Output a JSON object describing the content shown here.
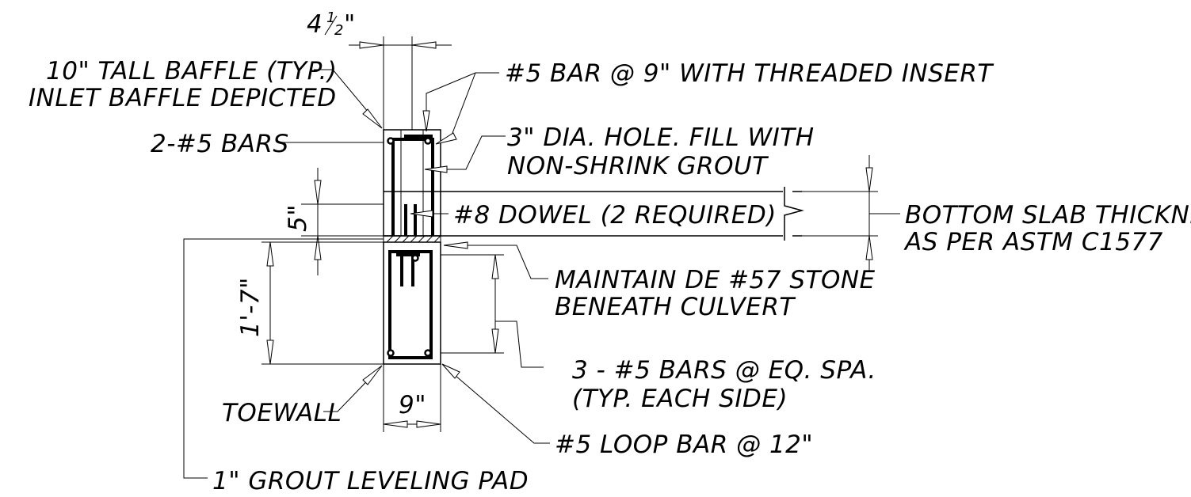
{
  "labels": {
    "dim_top_whole": "4",
    "dim_top_num": "1",
    "dim_top_den": "2",
    "dim_top_inch": "\"",
    "baffle_line1": "10\" TALL BAFFLE (TYP.)",
    "baffle_line2": "INLET BAFFLE DEPICTED",
    "bar_threaded": "#5 BAR @ 9\" WITH THREADED INSERT",
    "two_bars": "2-#5 BARS",
    "hole_line1": "3\" DIA. HOLE.  FILL WITH",
    "hole_line2": "NON-SHRINK GROUT",
    "dowel": "#8 DOWEL (2 REQUIRED)",
    "dim_5in": "5\"",
    "slab_line1": "BOTTOM SLAB THICKNESS",
    "slab_line2": "AS PER ASTM C1577",
    "dim_1ft7": "1'-7\"",
    "stone_line1": "MAINTAIN DE #57 STONE",
    "stone_line2": "BENEATH CULVERT",
    "bars_eq_line1": "3 - #5 BARS @ EQ. SPA.",
    "bars_eq_line2": "(TYP. EACH SIDE)",
    "toewall": "TOEWALL",
    "dim_9in": "9\"",
    "loop_bar": "#5 LOOP BAR @ 12\"",
    "grout_pad": "1\" GROUT LEVELING PAD"
  },
  "colors": {
    "line": "#000000",
    "background": "#ffffff"
  }
}
